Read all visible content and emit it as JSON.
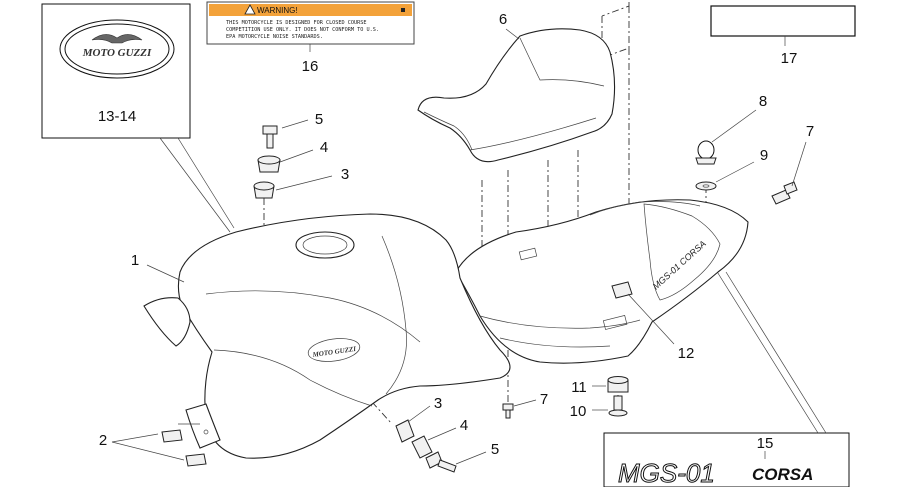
{
  "labels": {
    "l1": "1",
    "l2": "2",
    "l3a": "3",
    "l3b": "3",
    "l4a": "4",
    "l4b": "4",
    "l5a": "5",
    "l5b": "5",
    "l6": "6",
    "l7a": "7",
    "l7b": "7",
    "l8": "8",
    "l9": "9",
    "l10": "10",
    "l11": "11",
    "l12": "12",
    "l1314": "13-14",
    "l15": "15",
    "l16": "16",
    "l17": "17"
  },
  "logo": {
    "text": "MOTO GUZZI"
  },
  "warning": {
    "heading": "WARNING!",
    "line1": "THIS MOTORCYCLE IS DESIGNED FOR CLOSED COURSE",
    "line2": "COMPETITION USE ONLY. IT DOES NOT CONFORM TO U.S.",
    "line3": "EPA MOTORCYCLE NOISE STANDARDS."
  },
  "decal": {
    "model": "MGS-01",
    "variant": "CORSA"
  },
  "colors": {
    "warning_bg": "#f3a23a",
    "line": "#111111"
  }
}
